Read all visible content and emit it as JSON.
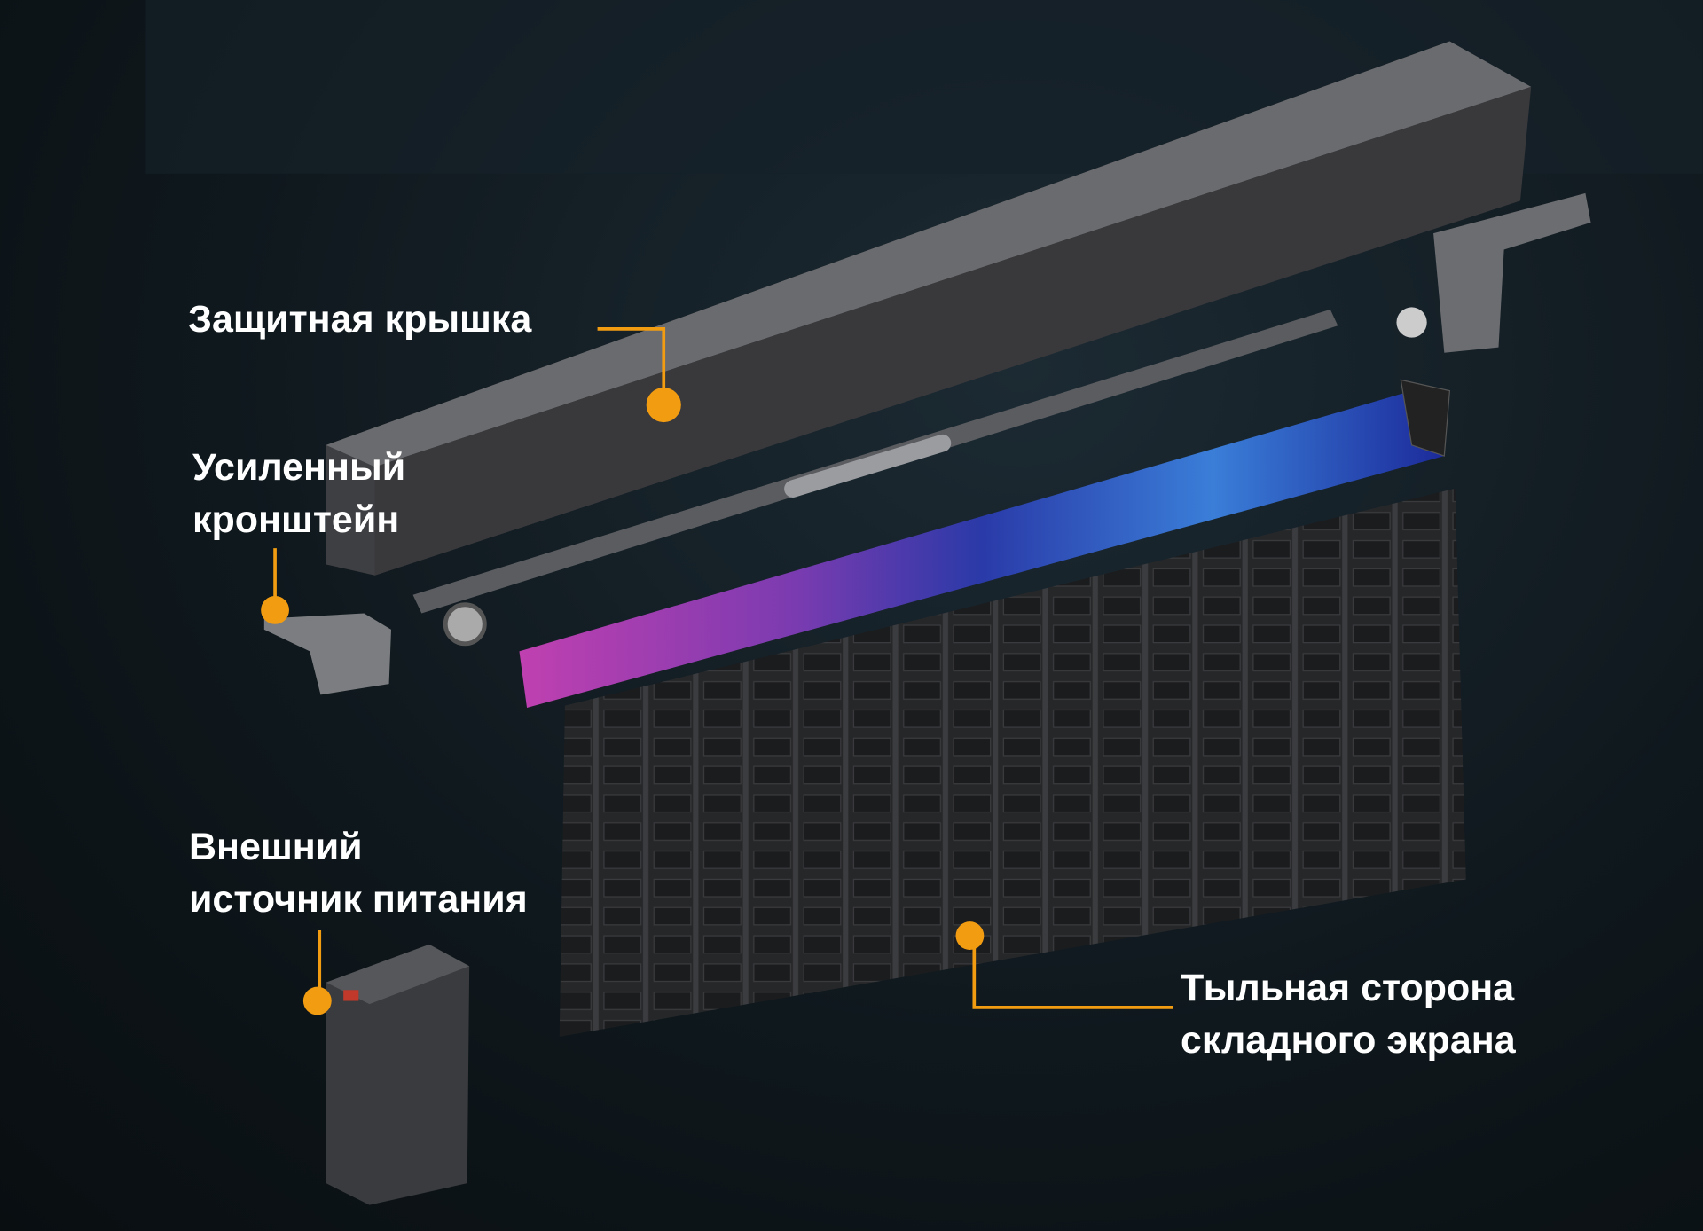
{
  "labels": {
    "cover": "Защитная крышка",
    "bracket": [
      "Усиленный",
      "кронштейн"
    ],
    "power": [
      "Внешний",
      "источник питания"
    ],
    "screen_back": [
      "Тыльная сторона",
      "складного экрана"
    ]
  },
  "colors": {
    "accent": "#f29c12",
    "background": "#0d1418",
    "text": "#ffffff"
  }
}
